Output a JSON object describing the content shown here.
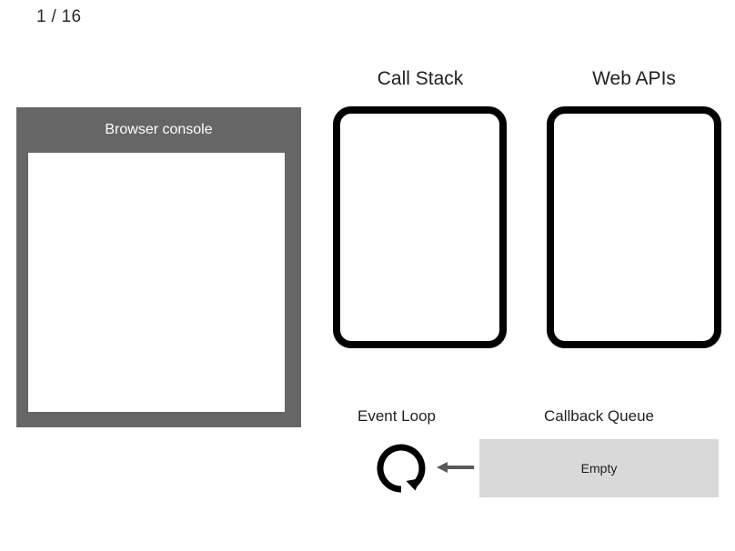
{
  "slide": {
    "counter": "1 / 16",
    "background_color": "#ffffff"
  },
  "console_panel": {
    "title": "Browser console",
    "panel_color": "#666666",
    "screen_color": "#ffffff",
    "title_color": "#ffffff"
  },
  "call_stack": {
    "heading": "Call Stack",
    "border_color": "#000000",
    "fill_color": "#ffffff",
    "contents": []
  },
  "web_apis": {
    "heading": "Web APIs",
    "border_color": "#000000",
    "fill_color": "#ffffff",
    "contents": []
  },
  "event_loop": {
    "heading": "Event Loop",
    "icon": "circular-loop-arrow-icon",
    "icon_color": "#000000"
  },
  "feed_arrow": {
    "icon": "arrow-left-icon",
    "color": "#595959"
  },
  "callback_queue": {
    "heading": "Callback Queue",
    "status": "Empty",
    "box_color": "#d9d9d9",
    "text_color": "#1f1f1f"
  }
}
